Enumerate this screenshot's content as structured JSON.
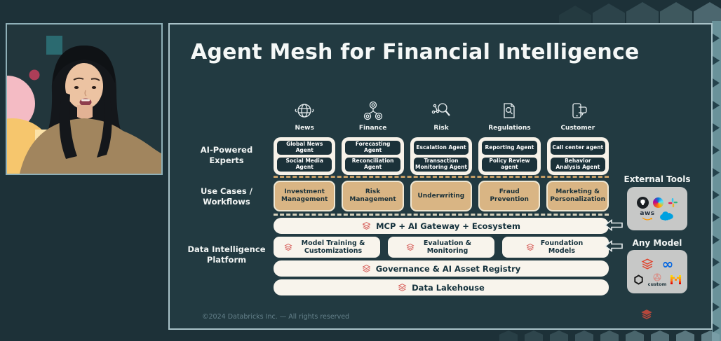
{
  "slide": {
    "title": "Agent Mesh for Financial Intelligence",
    "footer": "©2024 Databricks Inc. — All rights reserved",
    "row_labels": {
      "experts": "AI-Powered Experts",
      "use_cases": "Use Cases / Workflows",
      "platform": "Data Intelligence Platform"
    },
    "columns": [
      {
        "label": "News",
        "icon": "globe-icon",
        "agents": [
          "Global News Agent",
          "Social Media Agent"
        ]
      },
      {
        "label": "Finance",
        "icon": "agent-network-icon",
        "agents": [
          "Forecasting Agent",
          "Reconciliation Agent"
        ]
      },
      {
        "label": "Risk",
        "icon": "risk-analysis-icon",
        "agents": [
          "Escalation Agent",
          "Transaction Monitoring Agent"
        ]
      },
      {
        "label": "Regulations",
        "icon": "document-search-icon",
        "agents": [
          "Reporting Agent",
          "Policy Review agent"
        ]
      },
      {
        "label": "Customer",
        "icon": "phone-chat-icon",
        "agents": [
          "Call center agent",
          "Behavior Analysis Agent"
        ]
      }
    ],
    "use_cases": [
      "Investment Management",
      "Risk Management",
      "Underwriting",
      "Fraud Prevention",
      "Marketing & Personalization"
    ],
    "platform": {
      "gateway_bar": "MCP + AI Gateway + Ecosystem",
      "middle_boxes": [
        "Model Training & Customizations",
        "Evaluation & Monitoring",
        "Foundation Models"
      ],
      "governance_bar": "Governance & AI Asset Registry",
      "lakehouse_bar": "Data Lakehouse",
      "platform_icon": "databricks-logo-icon"
    },
    "side_panels": {
      "external_tools": {
        "title": "External Tools",
        "logos": [
          "github-icon",
          "microsoft-copilot-icon",
          "slack-icon",
          "aws-icon",
          "salesforce-icon"
        ],
        "aws_text": "aws"
      },
      "any_model": {
        "title": "Any Model",
        "logos": [
          "databricks-icon",
          "meta-icon",
          "openai-icon",
          "custom-model-icon",
          "mistral-icon"
        ],
        "custom_label": "custom"
      }
    }
  },
  "webcam": {
    "description": "speaker-video"
  },
  "colors": {
    "background": "#1d3138",
    "slide_background": "#223a41",
    "accent_tan": "#d9b584",
    "cream": "#f8f4ec",
    "dark_pill": "#1b3139",
    "databricks_red": "#d4524e",
    "panel_gray": "#c7c8c7",
    "hex_teal": "#7fa3ab"
  }
}
